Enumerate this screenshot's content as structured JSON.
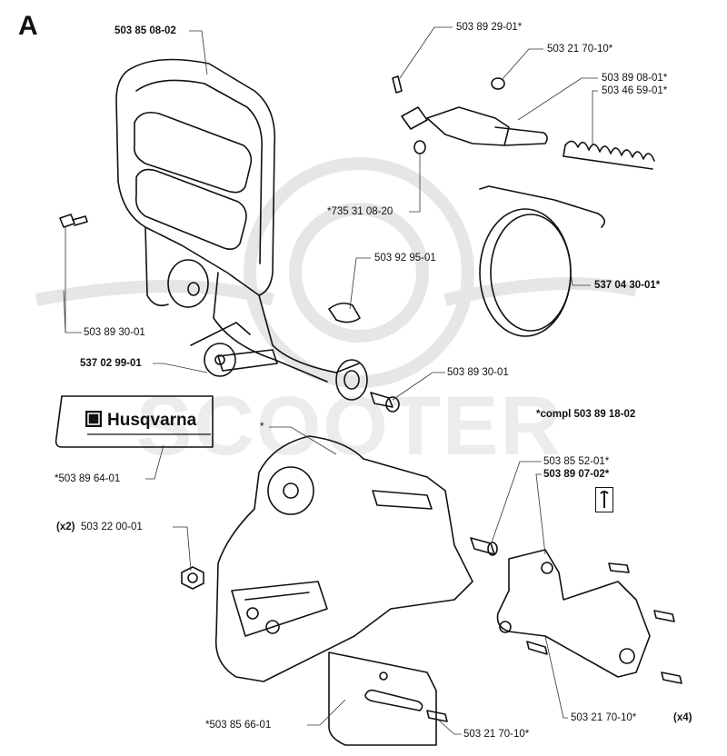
{
  "section_letter": "A",
  "watermark": "SCOOTER",
  "logo_text": "Husqvarna",
  "labels": {
    "hand_guard": "503 85 08-02",
    "pin": "503 89 29-01*",
    "screw_top": "503 21 70-10*",
    "tensioner": "503 89 08-01*",
    "spring": "503 46 59-01*",
    "washer": "*735 31 08-20",
    "band_clip": "503 92 95-01",
    "brake_band": "537 04 30-01*",
    "screw_left": "503 89 30-01",
    "lever": "537 02 99-01",
    "screw_right": "503 89 30-01",
    "compl": "*compl 503 89 18-02",
    "decal": "*503 89 64-01",
    "asterisk": "*",
    "sleeve": "503 85 52-01*",
    "cover_part": "503 89 07-02*",
    "nut_qty": "(x2)",
    "nut": "503 22 00-01",
    "screw_x4": "503 21 70-10*",
    "qty_x4": "(x4)",
    "plate": "*503 85 66-01",
    "screw_bottom": "503 21 70-10*"
  }
}
